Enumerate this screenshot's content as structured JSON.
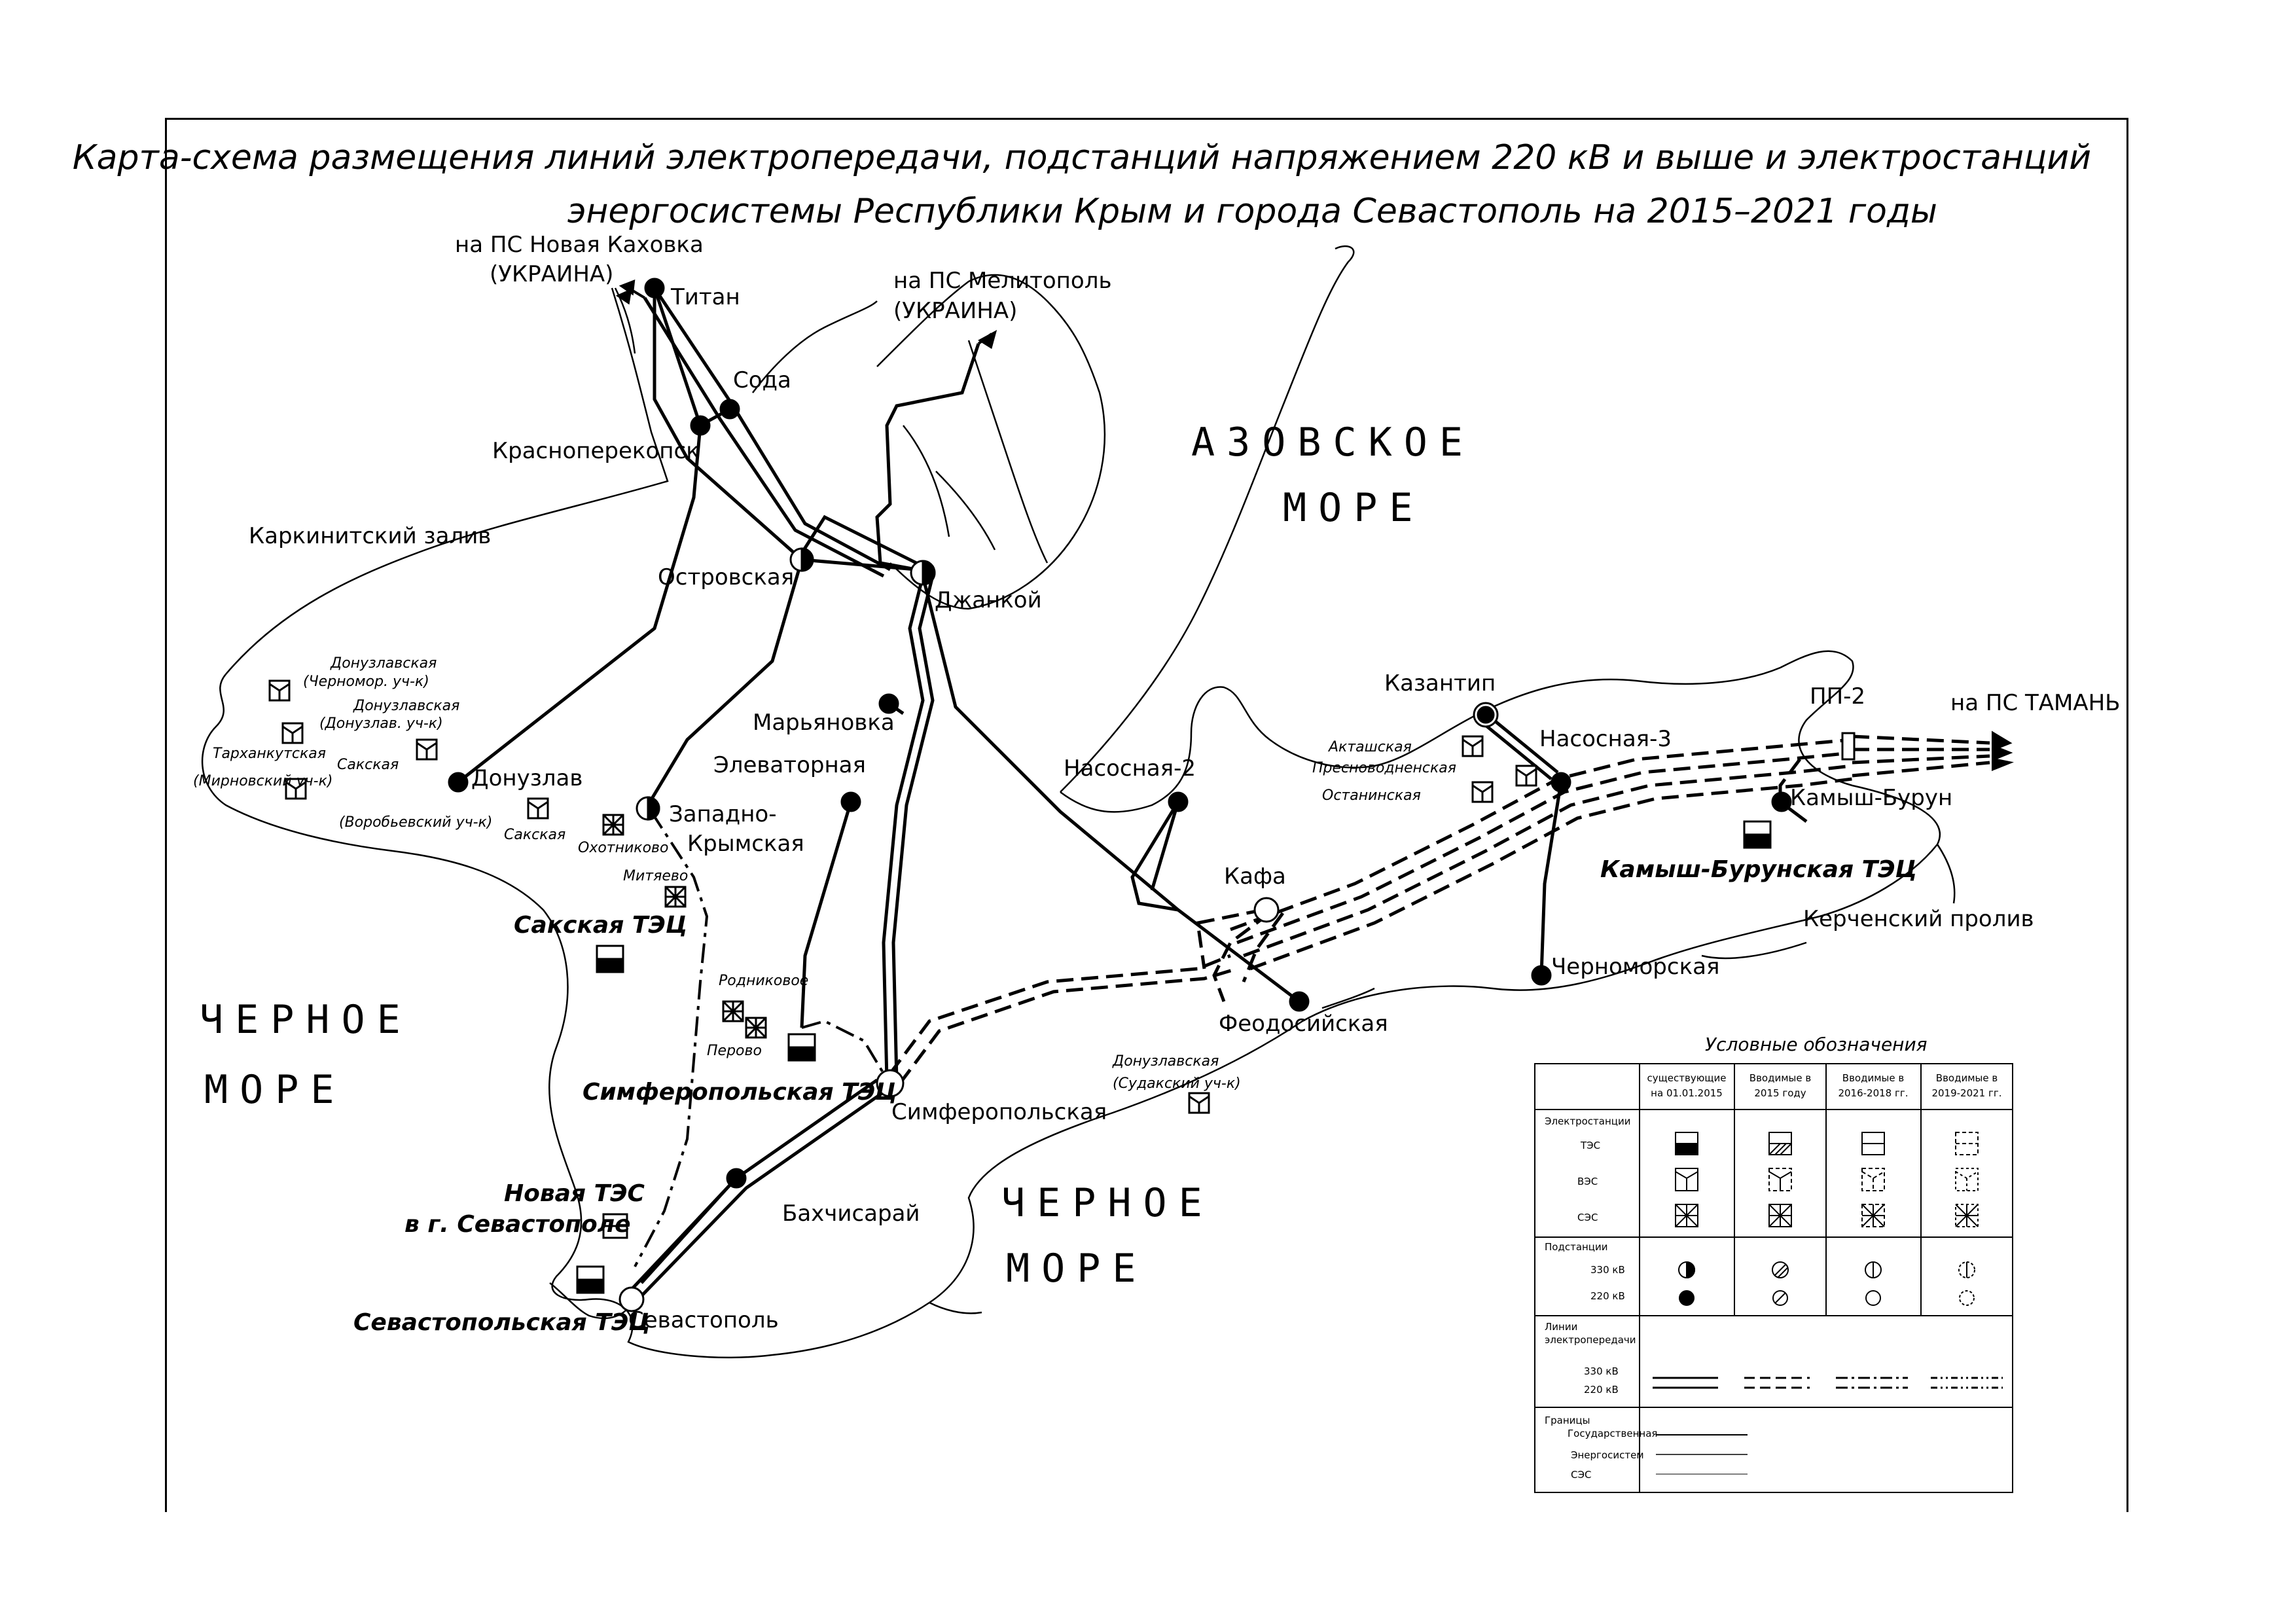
{
  "title": {
    "line1": "Карта-схема размещения линий электропередачи, подстанций напряжением 220 кВ и выше и электростанций",
    "line2": "энергосистемы Республики Крым и города Севастополь на 2015–2021 годы"
  },
  "seas": {
    "azov_1": "АЗОВСКОЕ",
    "azov_2": "МОРЕ",
    "black_w1": "ЧЕРНОЕ",
    "black_w2": "МОРЕ",
    "black_s1": "ЧЕРНОЕ",
    "black_s2": "МОРЕ"
  },
  "external": {
    "kakhovka_1": "на ПС Новая Каховка",
    "kakhovka_2": "(УКРАИНА)",
    "melitopol_1": "на ПС Мелитополь",
    "melitopol_2": "(УКРАИНА)",
    "taman": "на ПС ТАМАНЬ"
  },
  "places": {
    "karkinit": "Каркинитский залив",
    "kerch": "Керченский пролив"
  },
  "substations": {
    "titan": "Титан",
    "soda": "Сода",
    "krasnoperekopsk": "Красноперекопск",
    "ostrovskaya": "Островская",
    "dzhankoy": "Джанкой",
    "maryanovka": "Марьяновка",
    "elevatornaya": "Элеваторная",
    "nasosnaya2": "Насосная-2",
    "donuzlav": "Донузлав",
    "zapadno_1": "Западно-",
    "zapadno_2": "Крымская",
    "kazantip": "Казантип",
    "nasosnaya3": "Насосная-3",
    "pp2": "ПП-2",
    "kamysh": "Камыш-Бурун",
    "kafa": "Кафа",
    "feodosiya": "Феодосийская",
    "chernomorskaya": "Черноморская",
    "simferopol": "Симферопольская",
    "bakhchisaray": "Бахчисарай",
    "sevastopol": "Севастополь"
  },
  "plants": {
    "saki_tec": "Сакская ТЭЦ",
    "simf_tec": "Симферопольская ТЭЦ",
    "new_tes_1": "Новая ТЭС",
    "new_tes_2": "в г. Севастополе",
    "sev_tec": "Севастопольская ТЭЦ",
    "kamysh_tec": "Камыш-Бурунская ТЭЦ"
  },
  "small_labels": {
    "donuzl_chern_1": "Донузлавская",
    "donuzl_chern_2": "(Черномор. уч-к)",
    "donuzl_donuzl_1": "Донузлавская",
    "donuzl_donuzl_2": "(Донузлав. уч-к)",
    "tarkhan_1": "Тарханкутская",
    "tarkhan_2": "(Мирновский уч-к)",
    "sakskaya_1": "Сакская",
    "sakskaya_2": "(Воробьевский уч-к)",
    "sakskaya_ses": "Сакская",
    "okhotnikovo": "Охотниково",
    "mityaevo": "Митяево",
    "rodnikovoe": "Родниковое",
    "perovo": "Перово",
    "aktash_1": "Акташская",
    "aktash_2": "Пресноводненская",
    "aktash_3": "Останинская",
    "donuzl_sud_1": "Донузлавская",
    "donuzl_sud_2": "(Судакский уч-к)"
  },
  "legend": {
    "title": "Условные обозначения",
    "col1_1": "существующие",
    "col1_2": "на 01.01.2015",
    "col2_1": "Вводимые в",
    "col2_2": "2015 году",
    "col3_1": "Вводимые в",
    "col3_2": "2016-2018 гг.",
    "col4_1": "Вводимые в",
    "col4_2": "2019-2021 гг.",
    "stations": "Электростанции",
    "tes": "ТЭС",
    "ves": "ВЭС",
    "ses": "СЭС",
    "substations": "Подстанции",
    "kv330": "330 кВ",
    "kv220": "220 кВ",
    "lines_1": "Линии",
    "lines_2": "электропередачи",
    "line330": "330 кВ",
    "line220": "220 кВ",
    "borders": "Границы",
    "b_state": "Государственная",
    "b_energy": "Энергосистем",
    "b_ses": "СЭС"
  }
}
